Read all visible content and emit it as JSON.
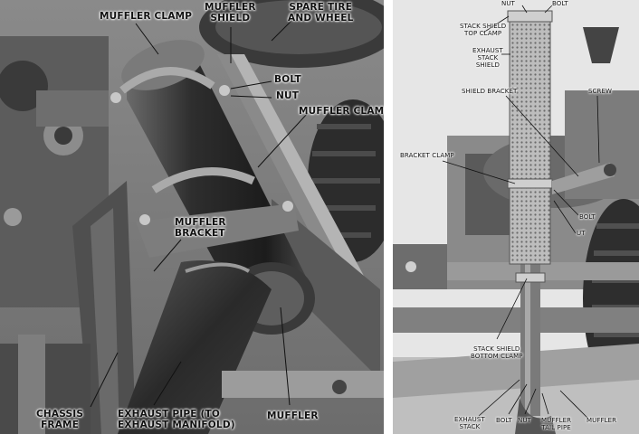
{
  "left_figure": {
    "labels": {
      "muffler_clamp_top": "MUFFLER CLAMP",
      "muffler_shield": [
        "MUFFLER",
        "SHIELD"
      ],
      "spare_tire": [
        "SPARE TIRE",
        "AND WHEEL"
      ],
      "bolt": "BOLT",
      "nut": "NUT",
      "muffler_clamp_right": "MUFFLER CLAMP",
      "muffler_bracket": [
        "MUFFLER",
        "BRACKET"
      ],
      "chassis_frame": [
        "CHASSIS",
        "FRAME"
      ],
      "exhaust_pipe": [
        "EXHAUST PIPE (TO",
        "EXHAUST MANIFOLD)"
      ],
      "muffler": "MUFFLER"
    }
  },
  "right_figure": {
    "labels": {
      "nut": "NUT",
      "bolt": "BOLT",
      "stack_shield_top_clamp": [
        "STACK SHIELD",
        "TOP CLAMP"
      ],
      "exhaust_stack_shield": [
        "EXHAUST",
        "STACK",
        "SHIELD"
      ],
      "shield_bracket": "SHIELD BRACKET",
      "screw": "SCREW",
      "bracket_clamp": "BRACKET CLAMP",
      "bolt_mid": "BOLT",
      "nut_mid": "UT",
      "stack_shield_bottom_clamp": [
        "STACK SHIELD",
        "BOTTOM CLAMP"
      ],
      "exhaust_stack": [
        "EXHAUST",
        "STACK"
      ],
      "bolt_bottom": "BOLT",
      "nut_bottom": "NUT",
      "muffler_tail_pipe": [
        "MUFFLER",
        "TAIL PIPE"
      ],
      "muffler": "MUFFLER"
    }
  }
}
